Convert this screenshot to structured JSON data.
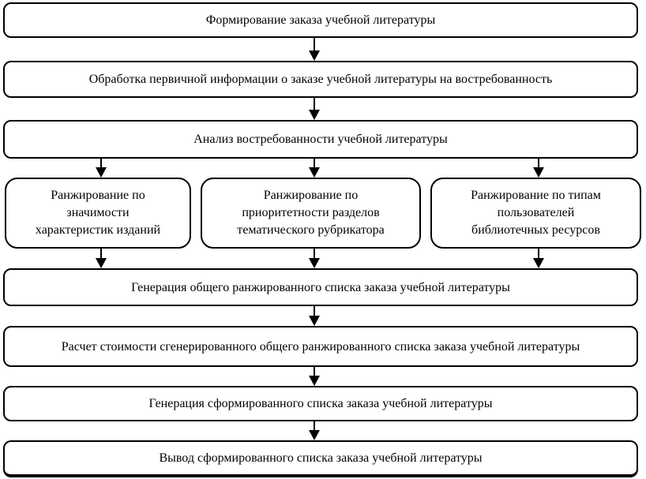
{
  "diagram": {
    "type": "flowchart",
    "language": "ru",
    "colors": {
      "border": "#000000",
      "background": "#ffffff",
      "text": "#000000"
    },
    "nodes": [
      {
        "id": "form-order",
        "label": "Формирование заказа учебной литературы"
      },
      {
        "id": "process-primary-info",
        "label": "Обработка первичной информации о заказе учебной литературы на востребованность"
      },
      {
        "id": "analyze-demand",
        "label": "Анализ востребованности учебной литературы"
      },
      {
        "id": "rank-by-significance",
        "label": "Ранжирование по\nзначимости\nхарактеристик изданий"
      },
      {
        "id": "rank-by-priority",
        "label": "Ранжирование по\nприоритетности разделов\nтематического рубрикатора"
      },
      {
        "id": "rank-by-user-types",
        "label": "Ранжирование по типам\nпользователей\nбиблиотечных ресурсов"
      },
      {
        "id": "generate-general-ranked-list",
        "label": "Генерация общего ранжированного списка заказа учебной литературы"
      },
      {
        "id": "calculate-cost",
        "label": "Расчет стоимости сгенерированного общего ранжированного списка заказа учебной литературы"
      },
      {
        "id": "generate-formed-list",
        "label": "Генерация сформированного списка заказа учебной литературы"
      },
      {
        "id": "output-formed-list",
        "label": "Вывод сформированного списка заказа учебной литературы"
      }
    ],
    "edges": [
      {
        "from": "form-order",
        "to": "process-primary-info"
      },
      {
        "from": "process-primary-info",
        "to": "analyze-demand"
      },
      {
        "from": "analyze-demand",
        "to": "rank-by-significance"
      },
      {
        "from": "analyze-demand",
        "to": "rank-by-priority"
      },
      {
        "from": "analyze-demand",
        "to": "rank-by-user-types"
      },
      {
        "from": "rank-by-significance",
        "to": "generate-general-ranked-list"
      },
      {
        "from": "rank-by-priority",
        "to": "generate-general-ranked-list"
      },
      {
        "from": "rank-by-user-types",
        "to": "generate-general-ranked-list"
      },
      {
        "from": "generate-general-ranked-list",
        "to": "calculate-cost"
      },
      {
        "from": "calculate-cost",
        "to": "generate-formed-list"
      },
      {
        "from": "generate-formed-list",
        "to": "output-formed-list"
      }
    ]
  }
}
